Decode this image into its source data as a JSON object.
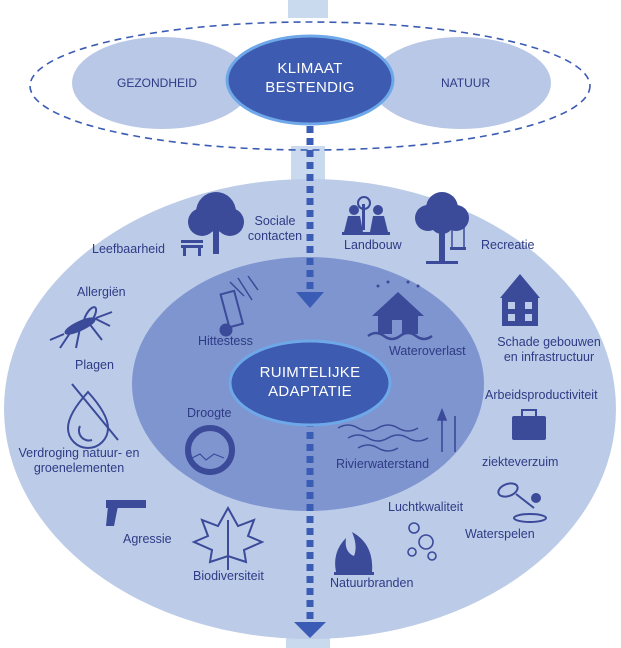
{
  "top": {
    "left_label": "GEZONDHEID",
    "center_line1": "KLIMAAT",
    "center_line2": "BESTENDIG",
    "right_label": "NATUUR"
  },
  "center": {
    "line1": "RUIMTELIJKE",
    "line2": "ADAPTATIE"
  },
  "topics": {
    "sociale_contacten_1": "Sociale",
    "sociale_contacten_2": "contacten",
    "leefbaarheid": "Leefbaarheid",
    "landbouw": "Landbouw",
    "recreatie": "Recreatie",
    "allergien": "Allergiën",
    "hittestess": "Hittestess",
    "wateroverlast": "Wateroverlast",
    "schade_1": "Schade gebouwen",
    "schade_2": "en infrastructuur",
    "plagen": "Plagen",
    "arbeidsproductiviteit": "Arbeidsproductiviteit",
    "droogte": "Droogte",
    "verdroging_1": "Verdroging natuur- en",
    "verdroging_2": "groenelementen",
    "rivierwaterstand": "Rivierwaterstand",
    "ziekteverzuim": "ziekteverzuim",
    "luchtkwaliteit": "Luchtkwaliteit",
    "waterspelen": "Waterspelen",
    "agressie": "Agressie",
    "biodiversiteit": "Biodiversiteit",
    "natuurbranden": "Natuurbranden"
  },
  "colors": {
    "outer_ellipse": "#bccce8",
    "inner_ellipse": "#7f95cf",
    "top_side_ellipses": "#b8c8e6",
    "center_ellipse": "#3d5bb0",
    "ring": "#6fa8e8",
    "text": "#2e3a85",
    "icon": "#3b4a99",
    "connector": "#c9daef",
    "dash": "#3b5cb4"
  }
}
